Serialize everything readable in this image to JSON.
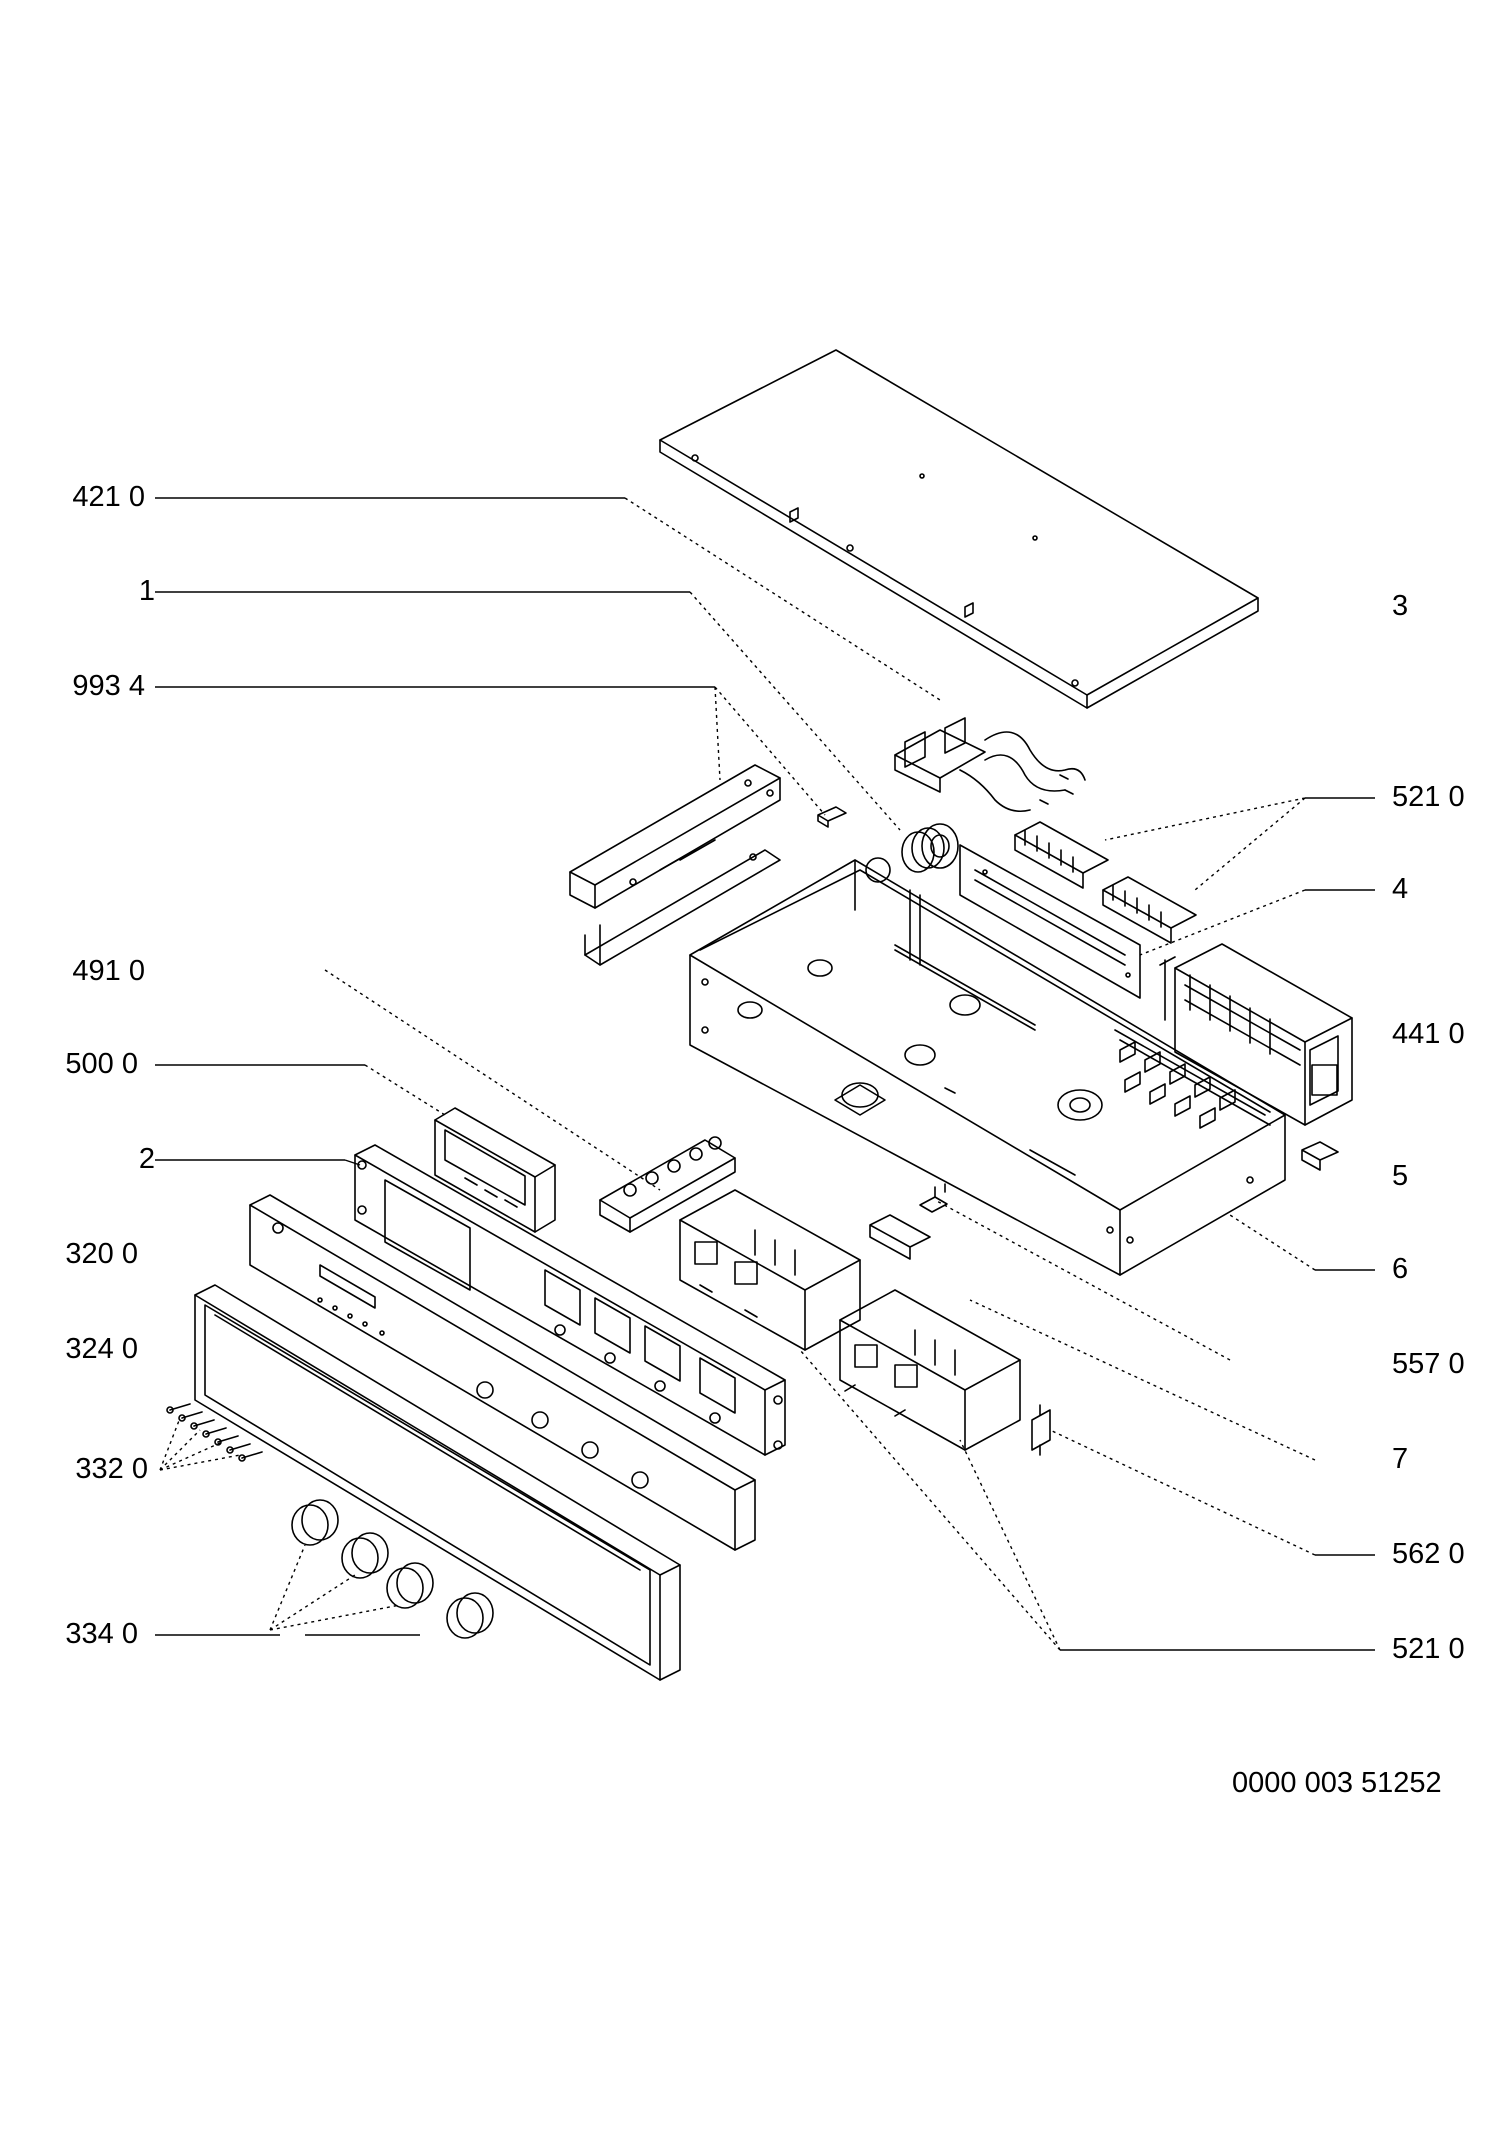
{
  "diagram": {
    "document_number": "0000 003 51252",
    "labels_left": [
      "421 0",
      "1",
      "993 4",
      "491 0",
      "500 0",
      "2",
      "320 0",
      "324 0",
      "332 0",
      "334 0"
    ],
    "labels_right": [
      "3",
      "521 0",
      "4",
      "441 0",
      "5",
      "6",
      "557 0",
      "7",
      "562 0",
      "521 0"
    ]
  }
}
